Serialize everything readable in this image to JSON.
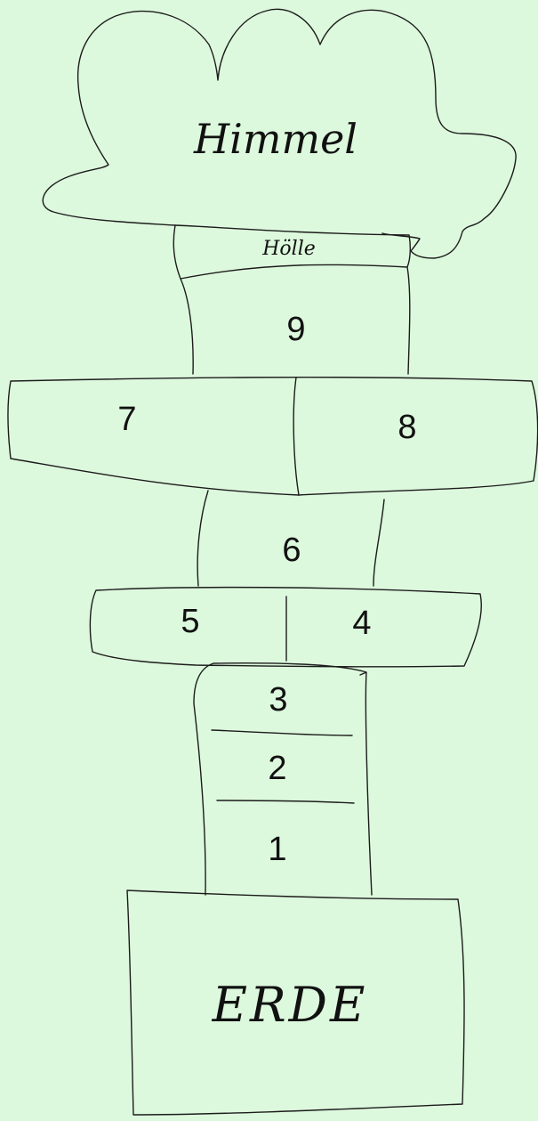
{
  "heaven": {
    "label": "Himmel"
  },
  "hell": {
    "label": "Hölle"
  },
  "fields": {
    "f1": "1",
    "f2": "2",
    "f3": "3",
    "f4": "4",
    "f5": "5",
    "f6": "6",
    "f7": "7",
    "f8": "8",
    "f9": "9"
  },
  "earth": {
    "label": "ERDE"
  },
  "colors": {
    "background": "#ddf9dd",
    "ink": "#1c1c1c"
  }
}
